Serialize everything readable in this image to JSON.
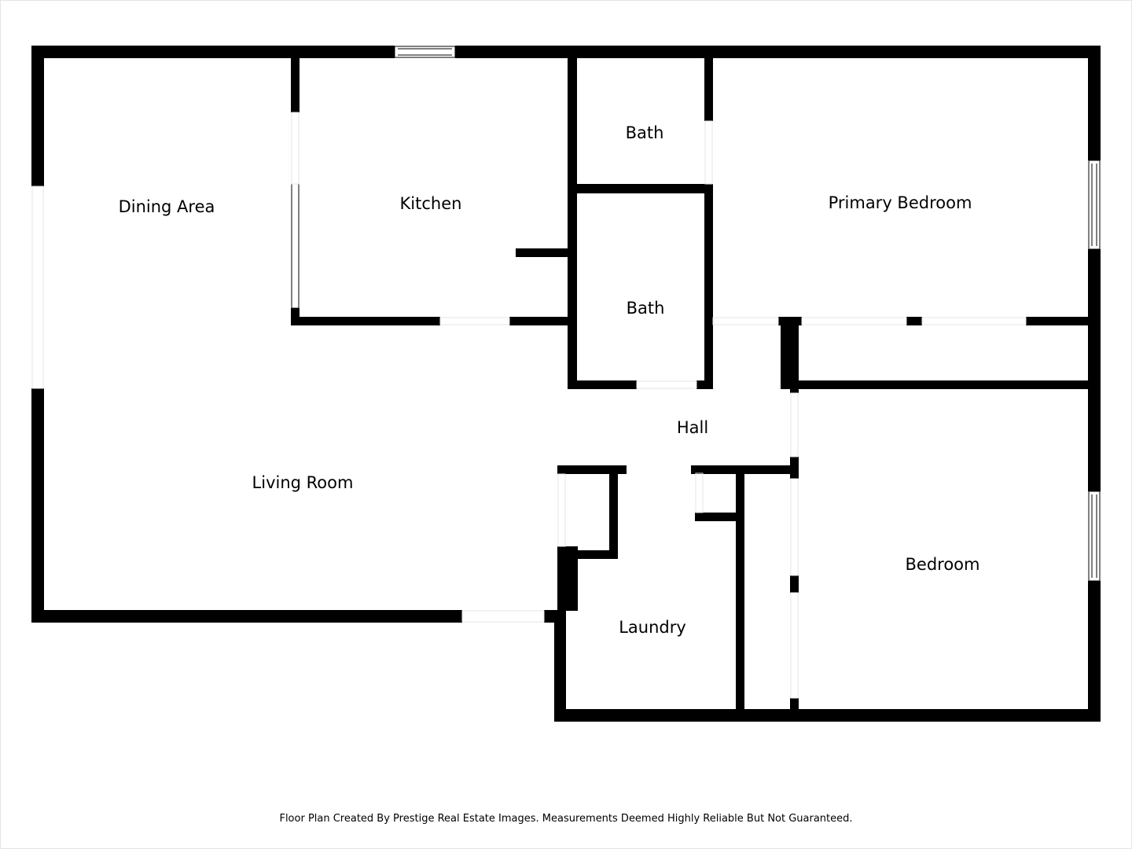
{
  "rooms": {
    "dining": "Dining Area",
    "kitchen": "Kitchen",
    "bath_upper": "Bath",
    "primary_bedroom": "Primary Bedroom",
    "bath_lower": "Bath",
    "hall": "Hall",
    "living": "Living Room",
    "bedroom": "Bedroom",
    "laundry": "Laundry"
  },
  "footer": "Floor Plan Created By Prestige Real Estate Images. Measurements Deemed Highly Reliable But Not Guaranteed."
}
